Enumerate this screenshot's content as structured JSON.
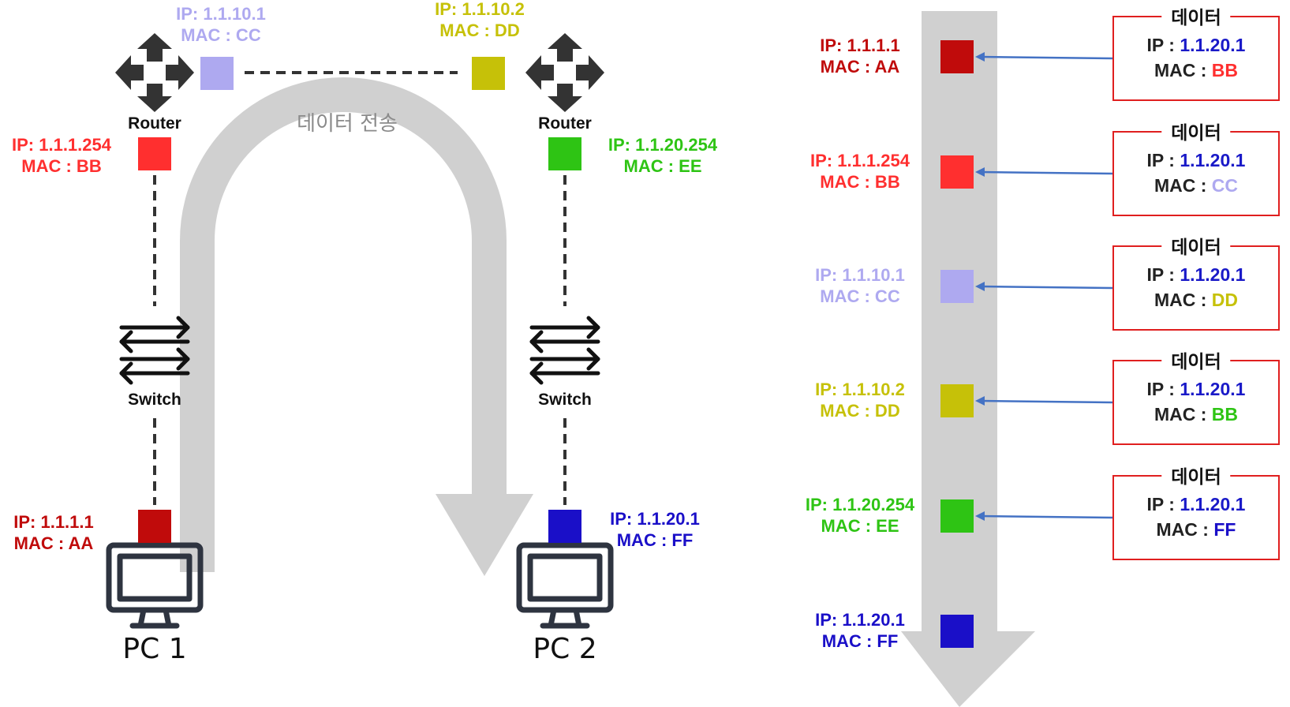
{
  "colors": {
    "red_dark": "#c00b0b",
    "red": "#ff2f2f",
    "lavender": "#aea9f0",
    "olive": "#c6c108",
    "green": "#2ec414",
    "blue": "#1a0fc8",
    "ip_blue": "#1a1ac8",
    "arrow_gray": "#d0d0d0",
    "frame_red": "#e01f1f",
    "connector_blue": "#4472c4"
  },
  "left_diagram": {
    "flow_label": "데이터 전송",
    "router_left": {
      "icon": "router-icon",
      "label": "Router",
      "lan_ip": "IP: 1.1.1.254",
      "lan_mac": "MAC : BB",
      "wan_ip": "IP: 1.1.10.1",
      "wan_mac": "MAC : CC"
    },
    "router_right": {
      "icon": "router-icon",
      "label": "Router",
      "lan_ip": "IP: 1.1.20.254",
      "lan_mac": "MAC : EE",
      "wan_ip": "IP: 1.1.10.2",
      "wan_mac": "MAC : DD"
    },
    "switch_left": {
      "icon": "switch-icon",
      "label": "Switch"
    },
    "switch_right": {
      "icon": "switch-icon",
      "label": "Switch"
    },
    "pc1": {
      "icon": "monitor-icon",
      "label": "PC 1",
      "ip": "IP: 1.1.1.1",
      "mac": "MAC : AA"
    },
    "pc2": {
      "icon": "monitor-icon",
      "label": "PC 2",
      "ip": "IP: 1.1.20.1",
      "mac": "MAC : FF"
    }
  },
  "right_diagram": {
    "hops": [
      {
        "ip": "IP: 1.1.1.1",
        "mac": "MAC : AA",
        "color": "#c00b0b"
      },
      {
        "ip": "IP: 1.1.1.254",
        "mac": "MAC : BB",
        "color": "#ff2f2f"
      },
      {
        "ip": "IP: 1.1.10.1",
        "mac": "MAC : CC",
        "color": "#aea9f0"
      },
      {
        "ip": "IP: 1.1.10.2",
        "mac": "MAC : DD",
        "color": "#c6c108"
      },
      {
        "ip": "IP: 1.1.20.254",
        "mac": "MAC : EE",
        "color": "#2ec414"
      },
      {
        "ip": "IP: 1.1.20.1",
        "mac": "MAC : FF",
        "color": "#1a0fc8"
      }
    ],
    "frames": [
      {
        "title": "데이터",
        "ip_prefix": "IP : ",
        "ip_value": "1.1.20.1",
        "mac_prefix": "MAC : ",
        "mac_value": "BB",
        "mac_color": "#ff2f2f"
      },
      {
        "title": "데이터",
        "ip_prefix": "IP : ",
        "ip_value": "1.1.20.1",
        "mac_prefix": "MAC : ",
        "mac_value": "CC",
        "mac_color": "#aea9f0"
      },
      {
        "title": "데이터",
        "ip_prefix": "IP : ",
        "ip_value": "1.1.20.1",
        "mac_prefix": "MAC : ",
        "mac_value": "DD",
        "mac_color": "#c6c108"
      },
      {
        "title": "데이터",
        "ip_prefix": "IP : ",
        "ip_value": "1.1.20.1",
        "mac_prefix": "MAC : ",
        "mac_value": "BB",
        "mac_color": "#2ec414"
      },
      {
        "title": "데이터",
        "ip_prefix": "IP : ",
        "ip_value": "1.1.20.1",
        "mac_prefix": "MAC : ",
        "mac_value": "FF",
        "mac_color": "#1a0fc8"
      }
    ]
  }
}
